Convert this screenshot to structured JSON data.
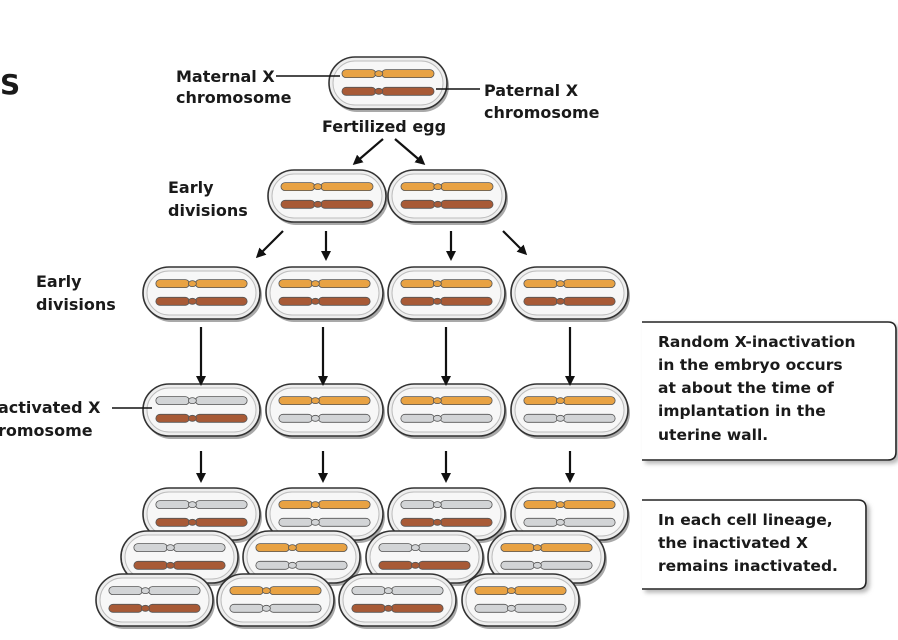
{
  "page_title_fragment": "S",
  "labels": {
    "maternal": [
      "Maternal X",
      "chromosome"
    ],
    "paternal": [
      "Paternal X",
      "chromosome"
    ],
    "fertilized_egg": "Fertilized egg",
    "early_divisions_1": [
      "Early",
      "divisions"
    ],
    "early_divisions_2": [
      "Early",
      "divisions"
    ],
    "inactivated": [
      "activated X",
      "romosome"
    ]
  },
  "callouts": {
    "random_inactivation": [
      "Random X-inactivation",
      "in the embryo occurs",
      "at about the time of",
      "implantation in the",
      "uterine wall."
    ],
    "lineage": [
      "In each cell lineage,",
      "the inactivated X",
      "remains inactivated."
    ]
  },
  "colors": {
    "active_top": "#e8a243",
    "active_bottom": "#a85a36",
    "inactive": "#d2d4d6",
    "cell_fill": "#eeeeee",
    "cell_stroke": "#333333"
  },
  "cells": {
    "stage3_inactive_pattern": [
      "top",
      "bottom",
      "bottom",
      "bottom"
    ],
    "stage4_pattern": [
      "top",
      "bottom",
      "top",
      "bottom",
      "top",
      "bottom",
      "top",
      "bottom",
      "top",
      "bottom",
      "top",
      "bottom"
    ]
  }
}
